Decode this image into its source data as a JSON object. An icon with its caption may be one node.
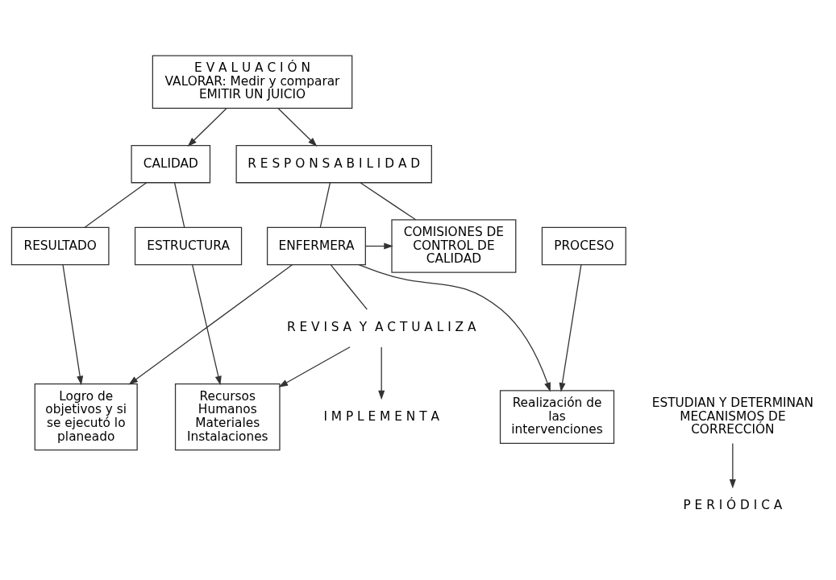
{
  "diagram": {
    "nodes": [
      {
        "text": [
          "E V A L U A C I Ó N",
          "VALORAR: Medir y comparar EMITIR UN JUICIO"
        ]
      },
      {
        "text": [
          "CALIDAD"
        ]
      },
      {
        "text": [
          "R E S P O N S A B I L I D A D"
        ]
      },
      {
        "text": [
          "ESTRUCTURA"
        ]
      },
      {
        "text": [
          "PROCESO"
        ]
      },
      {
        "text": [
          "RESULTADO"
        ]
      },
      {
        "text": [
          "ENFERMERA"
        ]
      },
      {
        "text": [
          "COMISIONES DE CONTROL DE CALIDAD"
        ]
      },
      {
        "text": [
          "Recursos Humanos Materiales Instalaciones"
        ]
      },
      {
        "text": [
          "Realización de las intervenciones"
        ]
      },
      {
        "text": [
          "Logro de objetivos y si se ejecutó lo planeado"
        ]
      },
      {
        "text": [
          "R E V I S A  Y  A C T U A L I Z A"
        ]
      },
      {
        "text": [
          "I M P L E M E N T A"
        ]
      },
      {
        "text": [
          "ESTUDIAN Y DETERMINAN MECANISMOS DE CORRECCIÓN"
        ]
      },
      {
        "text": [
          "P E R I Ó D I C A"
        ]
      }
    ],
    "edges": [
      {
        "from": 0,
        "to": 1,
        "arrow": "to"
      },
      {
        "from": 0,
        "to": 2,
        "arrow": "to"
      },
      {
        "from": 1,
        "to": 3,
        "arrow": "none"
      },
      {
        "from": 1,
        "to": 5,
        "arrow": "none"
      },
      {
        "from": 2,
        "to": 6,
        "arrow": "none"
      },
      {
        "from": 2,
        "to": 7,
        "arrow": "none"
      },
      {
        "from": 3,
        "to": 8,
        "arrow": "to"
      },
      {
        "from": 4,
        "to": 9,
        "arrow": "to"
      },
      {
        "from": 5,
        "to": 10,
        "arrow": "to"
      },
      {
        "from": 6,
        "to": 9,
        "arrow": "to"
      },
      {
        "from": 6,
        "to": 10,
        "arrow": "to"
      },
      {
        "from": 6,
        "to": 7,
        "arrow": "to"
      },
      {
        "from": 6,
        "to": 11,
        "arrow": "none"
      },
      {
        "from": 11,
        "to": 8,
        "arrow": "to"
      },
      {
        "from": 11,
        "to": 12,
        "arrow": "to"
      },
      {
        "from": 13,
        "to": 14,
        "arrow": "to"
      }
    ]
  }
}
